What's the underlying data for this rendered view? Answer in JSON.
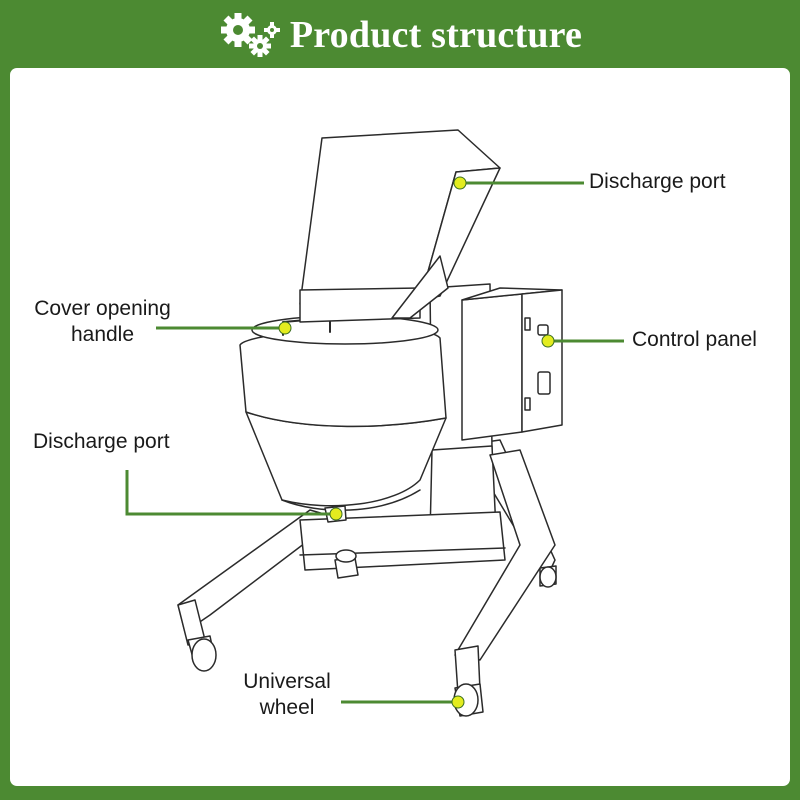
{
  "header": {
    "title": "Product structure",
    "icon": "gears-icon"
  },
  "labels": {
    "discharge_port_top": "Discharge port",
    "control_panel": "Control panel",
    "cover_handle_line1": "Cover opening",
    "cover_handle_line2": "handle",
    "discharge_port_bottom": "Discharge port",
    "universal_wheel_line1": "Universal",
    "universal_wheel_line2": "wheel"
  },
  "colors": {
    "background": "#4c8a32",
    "panel": "#ffffff",
    "leader_line": "#4c8a32",
    "marker": "#e3ec1f",
    "drawing_stroke": "#2b2b2b"
  }
}
